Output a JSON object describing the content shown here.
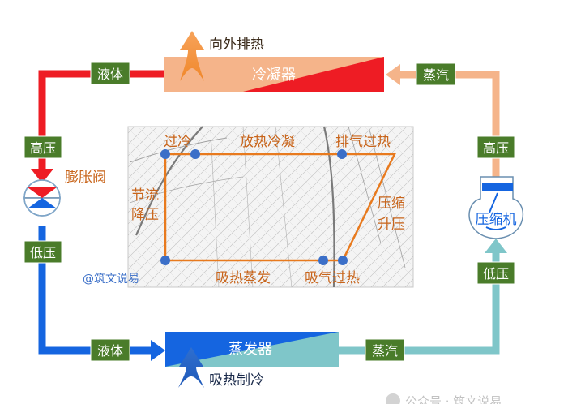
{
  "components": {
    "condenser": "冷凝器",
    "evaporator": "蒸发器",
    "expansion_valve": "膨胀阀",
    "compressor": "压缩机"
  },
  "arrows": {
    "heat_out": "向外排热",
    "heat_in": "吸热制冷"
  },
  "pipe_tags": {
    "liquid_top": "液体",
    "vapor_top": "蒸汽",
    "high_pressure_left": "高压",
    "low_pressure_left": "低压",
    "high_pressure_right": "高压",
    "low_pressure_right": "低压",
    "liquid_bottom": "液体",
    "vapor_bottom": "蒸汽"
  },
  "ph_diagram": {
    "subcool": "过冷",
    "condense": "放热冷凝",
    "superheat_discharge": "排气过热",
    "throttle_line1": "节流",
    "throttle_line2": "降压",
    "compress_line1": "压缩",
    "compress_line2": "升压",
    "evaporate": "吸热蒸发",
    "superheat_suction": "吸气过热"
  },
  "watermark": "@筑文说易",
  "footer_watermark": "公众号 · 筑文说易",
  "colors": {
    "hot": "#ee1c24",
    "warm": "#f5b48a",
    "cold": "#1565e0",
    "cool": "#7fc6c9",
    "tag_green": "#4a7c2a",
    "cycle_orange": "#e87a1e",
    "point_blue": "#3b6fc8",
    "label_orange": "#c8641a"
  }
}
